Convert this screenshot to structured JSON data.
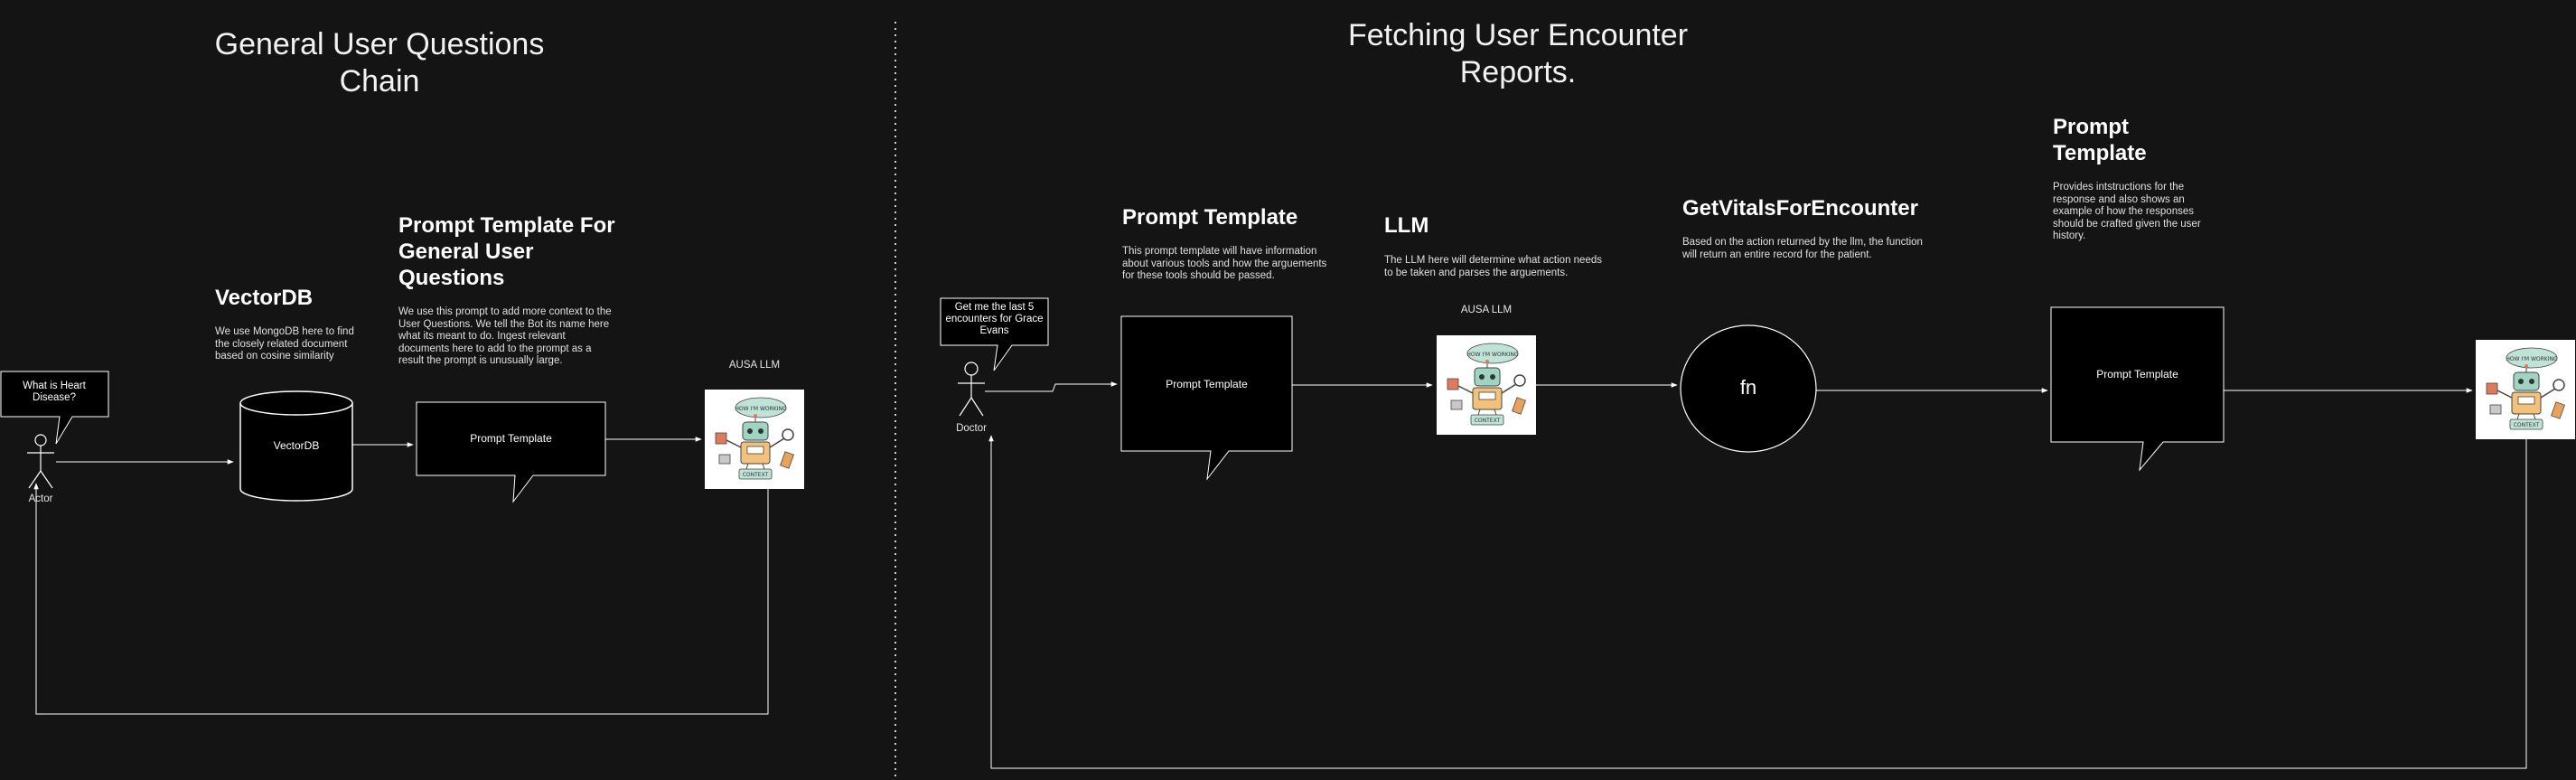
{
  "left_section": {
    "title": "General User Questions\nChain",
    "actor_bubble": "What is Heart\nDisease?",
    "actor_label": "Actor",
    "vectordb": {
      "heading": "VectorDB",
      "description": "We use MongoDB here to find\nthe closely related document\nbased on cosine similarity",
      "cylinder_label": "VectorDB"
    },
    "prompt": {
      "heading": "Prompt Template For\nGeneral User\nQuestions",
      "description": "We use this prompt to add more context to the\nUser Questions. We tell the Bot its name here\nwhat its meant to do. Ingest relevant\ndocuments here to add to the prompt as a\nresult the prompt is unusually large.",
      "box_label": "Prompt Template"
    },
    "llm_label": "AUSA LLM"
  },
  "right_section": {
    "title": "Fetching User Encounter\nReports.",
    "doctor_bubble": "Get me the last 5\nencounters for Grace\nEvans",
    "doctor_label": "Doctor",
    "prompt1": {
      "heading": "Prompt Template",
      "description": "This prompt template will have information\nabout various tools and how the arguements\nfor these tools should be passed.",
      "box_label": "Prompt Template"
    },
    "llm": {
      "heading": "LLM",
      "description": "The LLM here will determine what action needs\nto be taken and parses the arguements.",
      "label": "AUSA LLM"
    },
    "function": {
      "heading": "GetVitalsForEncounter",
      "description": "Based on the action returned by the llm, the function\nwill return an entire record for the patient.",
      "circle_label": "fn"
    },
    "prompt2": {
      "heading": "Prompt\nTemplate",
      "description": "Provides intstructions for the\nresponse and also shows an\nexample of how the responses\nshould be crafted given the user\nhistory.",
      "box_label": "Prompt Template"
    }
  },
  "colors": {
    "background": "#141414",
    "line": "#ffffff",
    "robot_bg": "#ffffff",
    "robot_accent": "#8fd0b8"
  }
}
